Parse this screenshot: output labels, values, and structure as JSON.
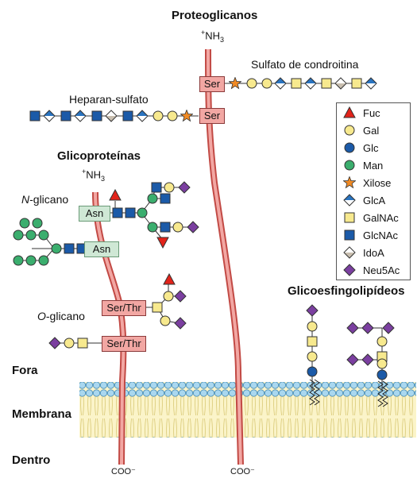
{
  "titles": {
    "proteoglycans": "Proteoglicanos",
    "glycoproteins": "Glicoproteínas",
    "glycosphingolipids": "Glicoesfingolipídeos"
  },
  "labels": {
    "nh3": "NH",
    "nh3_sub": "3",
    "nh3_sup": "+",
    "coo": "COO⁻",
    "chondroitin": "Sulfato de condroitina",
    "heparan": "Heparan-sulfato",
    "n_glycan_prefix": "N",
    "n_glycan_suffix": "-glicano",
    "o_glycan_prefix": "O",
    "o_glycan_suffix": "-glicano",
    "ser": "Ser",
    "asn": "Asn",
    "serthr": "Ser/Thr"
  },
  "regions": {
    "outside": "Fora",
    "membrane": "Membrana",
    "inside": "Dentro"
  },
  "legend": [
    {
      "label": "Fuc",
      "shape": "triangle",
      "color": "#e2231a"
    },
    {
      "label": "Gal",
      "shape": "circle",
      "color": "#f7e98e"
    },
    {
      "label": "Glc",
      "shape": "circle",
      "color": "#1b5aa8"
    },
    {
      "label": "Man",
      "shape": "circle",
      "color": "#3bae6e"
    },
    {
      "label": "Xilose",
      "shape": "star",
      "color": "#f08a24"
    },
    {
      "label": "GlcA",
      "shape": "split-diamond",
      "color": "#2a74c0"
    },
    {
      "label": "GalNAc",
      "shape": "square",
      "color": "#f7e98e"
    },
    {
      "label": "GlcNAc",
      "shape": "square",
      "color": "#1b5aa8"
    },
    {
      "label": "IdoA",
      "shape": "split-diamond",
      "color": "#c9bfb0"
    },
    {
      "label": "Neu5Ac",
      "shape": "diamond",
      "color": "#7b3fa0"
    }
  ]
}
